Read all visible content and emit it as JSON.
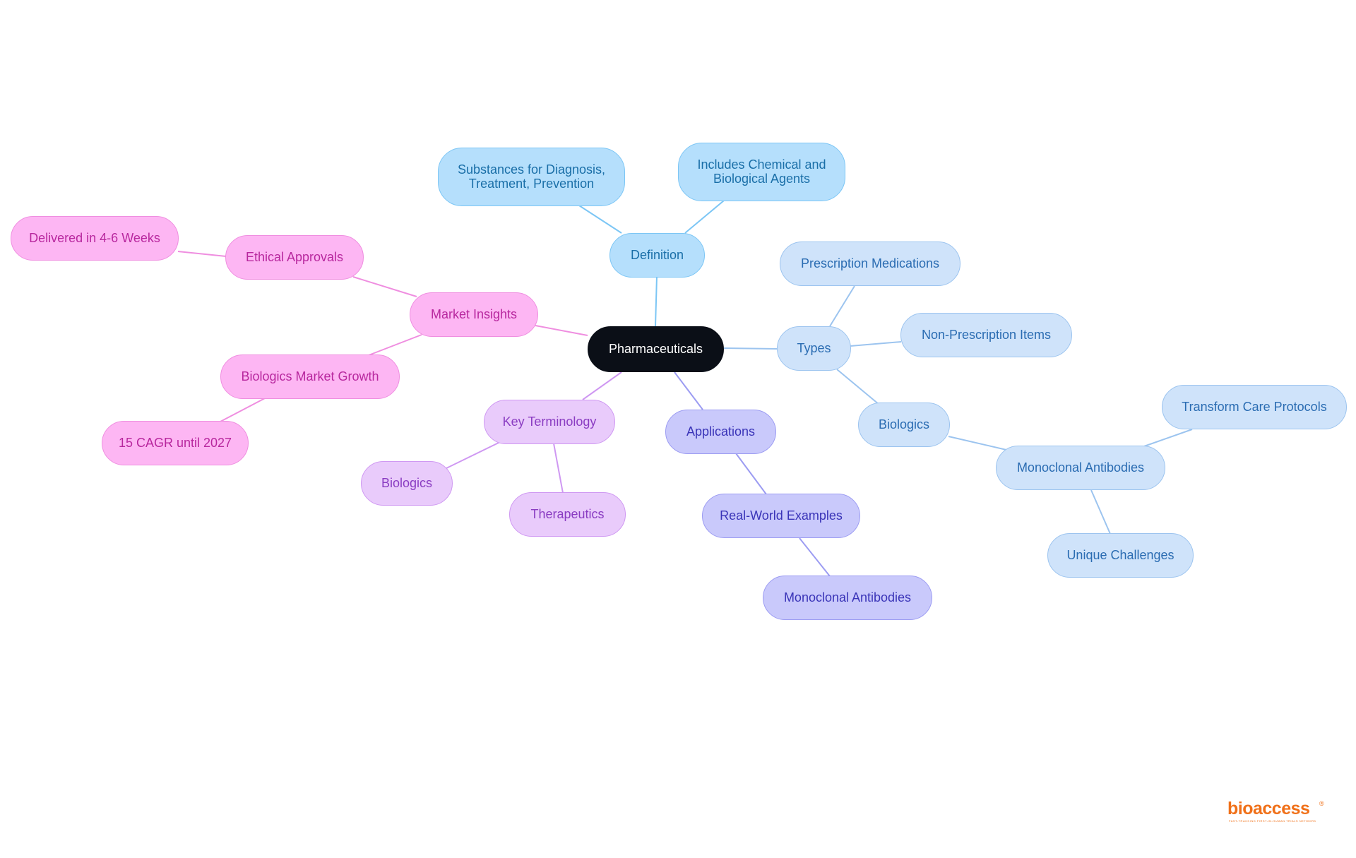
{
  "diagram": {
    "root": {
      "label": "Pharmaceuticals"
    },
    "definition": {
      "label": "Definition",
      "children": [
        "Substances for Diagnosis,\nTreatment, Prevention",
        "Includes Chemical and\nBiological Agents"
      ]
    },
    "types": {
      "label": "Types",
      "prescription": "Prescription Medications",
      "non_prescription": "Non-Prescription Items",
      "biologics": {
        "label": "Biologics",
        "monoclonal": {
          "label": "Monoclonal Antibodies",
          "children": [
            "Transform Care Protocols",
            "Unique Challenges"
          ]
        }
      }
    },
    "applications": {
      "label": "Applications",
      "real_world": {
        "label": "Real-World Examples",
        "children": [
          "Monoclonal Antibodies"
        ]
      }
    },
    "key_terminology": {
      "label": "Key Terminology",
      "children": [
        "Biologics",
        "Therapeutics"
      ]
    },
    "market_insights": {
      "label": "Market Insights",
      "ethical": {
        "label": "Ethical Approvals",
        "children": [
          "Delivered in 4-6 Weeks"
        ]
      },
      "growth": {
        "label": "Biologics Market Growth",
        "children": [
          "15 CAGR until 2027"
        ]
      }
    },
    "colors": {
      "root": "#0b0f17",
      "definition": "#b5dffc",
      "types": "#cfe3fa",
      "applications": "#c9c9fb",
      "key_terminology": "#e9cbfb",
      "market_insights": "#fdb6f3"
    }
  },
  "brand": {
    "name": "bioaccess",
    "registered": "®",
    "tagline": "FAST-TRACKING FIRST-IN-HUMAN TRIALS NETWORK"
  }
}
